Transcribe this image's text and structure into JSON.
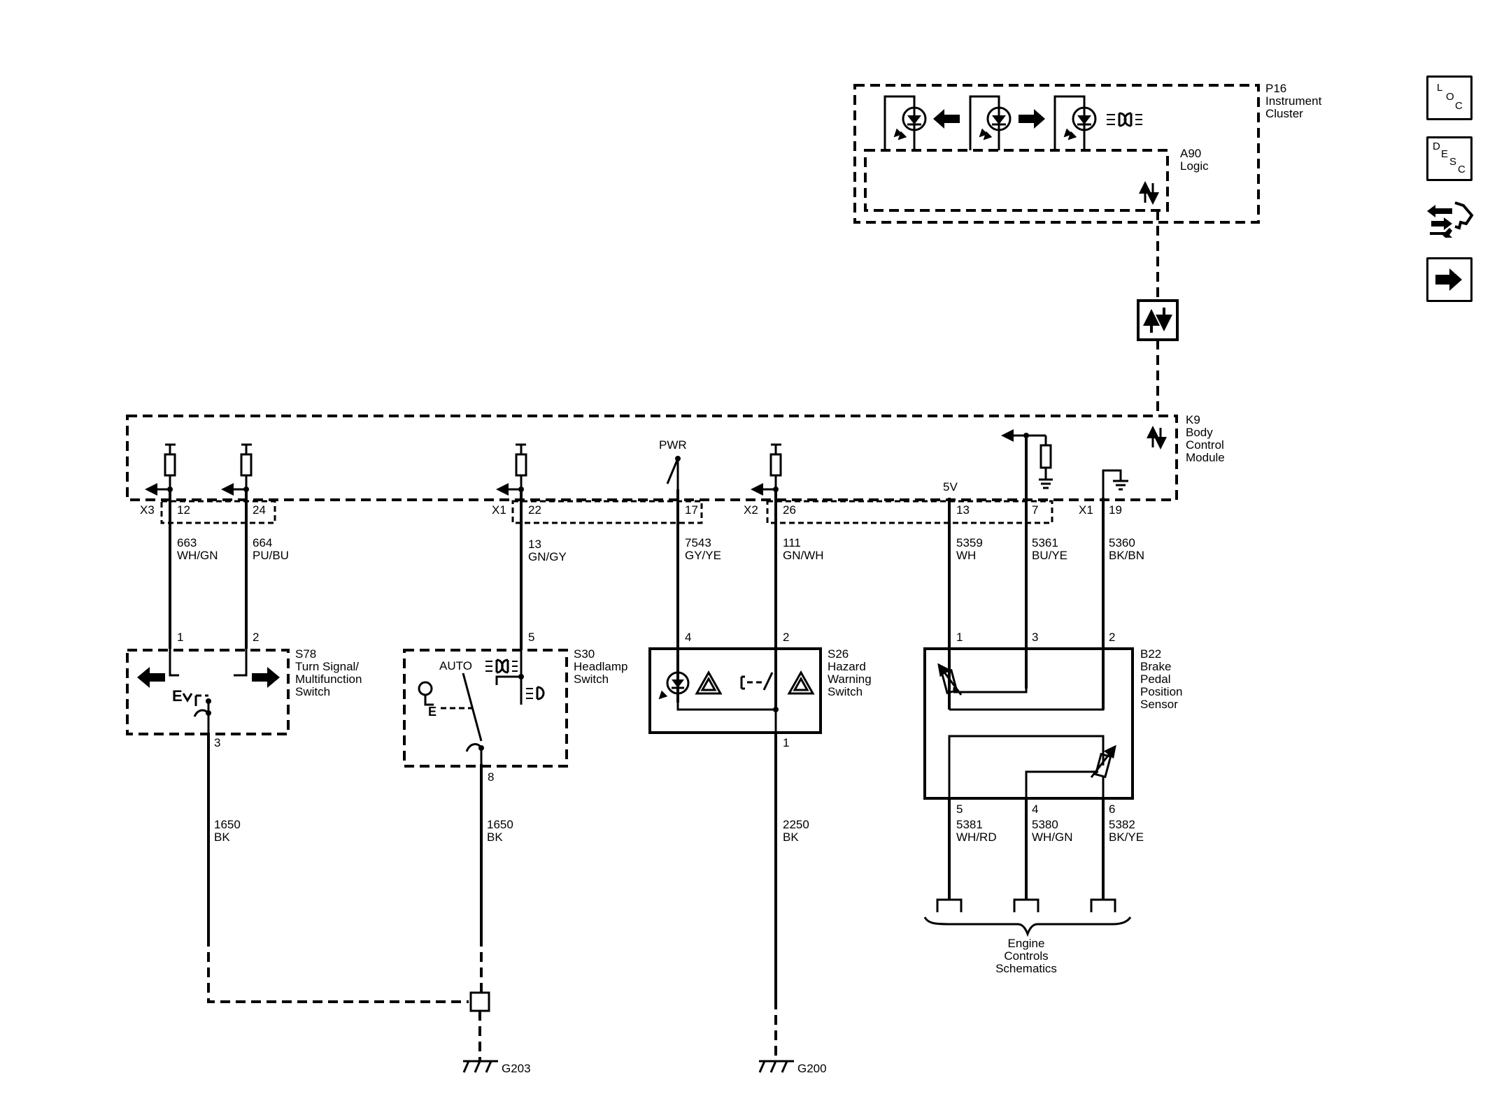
{
  "nav": {
    "loc_letters": [
      "L",
      "O",
      "C"
    ],
    "desc_letters": [
      "D",
      "E",
      "S",
      "C"
    ]
  },
  "modules": {
    "p16": {
      "id": "P16",
      "name_lines": [
        "Instrument",
        "Cluster"
      ]
    },
    "a90": {
      "id": "A90",
      "name_lines": [
        "Logic"
      ]
    },
    "k9": {
      "id": "K9",
      "name_lines": [
        "Body",
        "Control",
        "Module"
      ]
    },
    "s78": {
      "id": "S78",
      "name_lines": [
        "Turn Signal/",
        "Multifunction",
        "Switch"
      ]
    },
    "s30": {
      "id": "S30",
      "name_lines": [
        "Headlamp",
        "Switch"
      ]
    },
    "s26": {
      "id": "S26",
      "name_lines": [
        "Hazard",
        "Warning",
        "Switch"
      ]
    },
    "b22": {
      "id": "B22",
      "name_lines": [
        "Brake",
        "Pedal",
        "Position",
        "Sensor"
      ]
    }
  },
  "labels": {
    "pwr": "PWR",
    "five_v": "5V",
    "auto": "AUTO",
    "engine_controls_lines": [
      "Engine",
      "Controls",
      "Schematics"
    ]
  },
  "connectors": {
    "x3": "X3",
    "x1_a": "X1",
    "x2": "X2",
    "x1_b": "X1"
  },
  "k9_pins": [
    "12",
    "24",
    "22",
    "17",
    "26",
    "13",
    "7",
    "19"
  ],
  "device_pins": {
    "s78": [
      "1",
      "2",
      "3"
    ],
    "s30": [
      "5",
      "8"
    ],
    "s26": [
      "4",
      "2",
      "1"
    ],
    "b22": [
      "1",
      "3",
      "2",
      "5",
      "4",
      "6"
    ]
  },
  "wires": {
    "w663": {
      "circuit": "663",
      "color": "WH/GN"
    },
    "w664": {
      "circuit": "664",
      "color": "PU/BU"
    },
    "w13": {
      "circuit": "13",
      "color": "GN/GY"
    },
    "w7543": {
      "circuit": "7543",
      "color": "GY/YE"
    },
    "w111": {
      "circuit": "111",
      "color": "GN/WH"
    },
    "w5359": {
      "circuit": "5359",
      "color": "WH"
    },
    "w5361": {
      "circuit": "5361",
      "color": "BU/YE"
    },
    "w5360": {
      "circuit": "5360",
      "color": "BK/BN"
    },
    "w1650a": {
      "circuit": "1650",
      "color": "BK"
    },
    "w1650b": {
      "circuit": "1650",
      "color": "BK"
    },
    "w2250": {
      "circuit": "2250",
      "color": "BK"
    },
    "w5381": {
      "circuit": "5381",
      "color": "WH/RD"
    },
    "w5380": {
      "circuit": "5380",
      "color": "WH/GN"
    },
    "w5382": {
      "circuit": "5382",
      "color": "BK/YE"
    }
  },
  "grounds": {
    "g203": "G203",
    "g200": "G200"
  }
}
